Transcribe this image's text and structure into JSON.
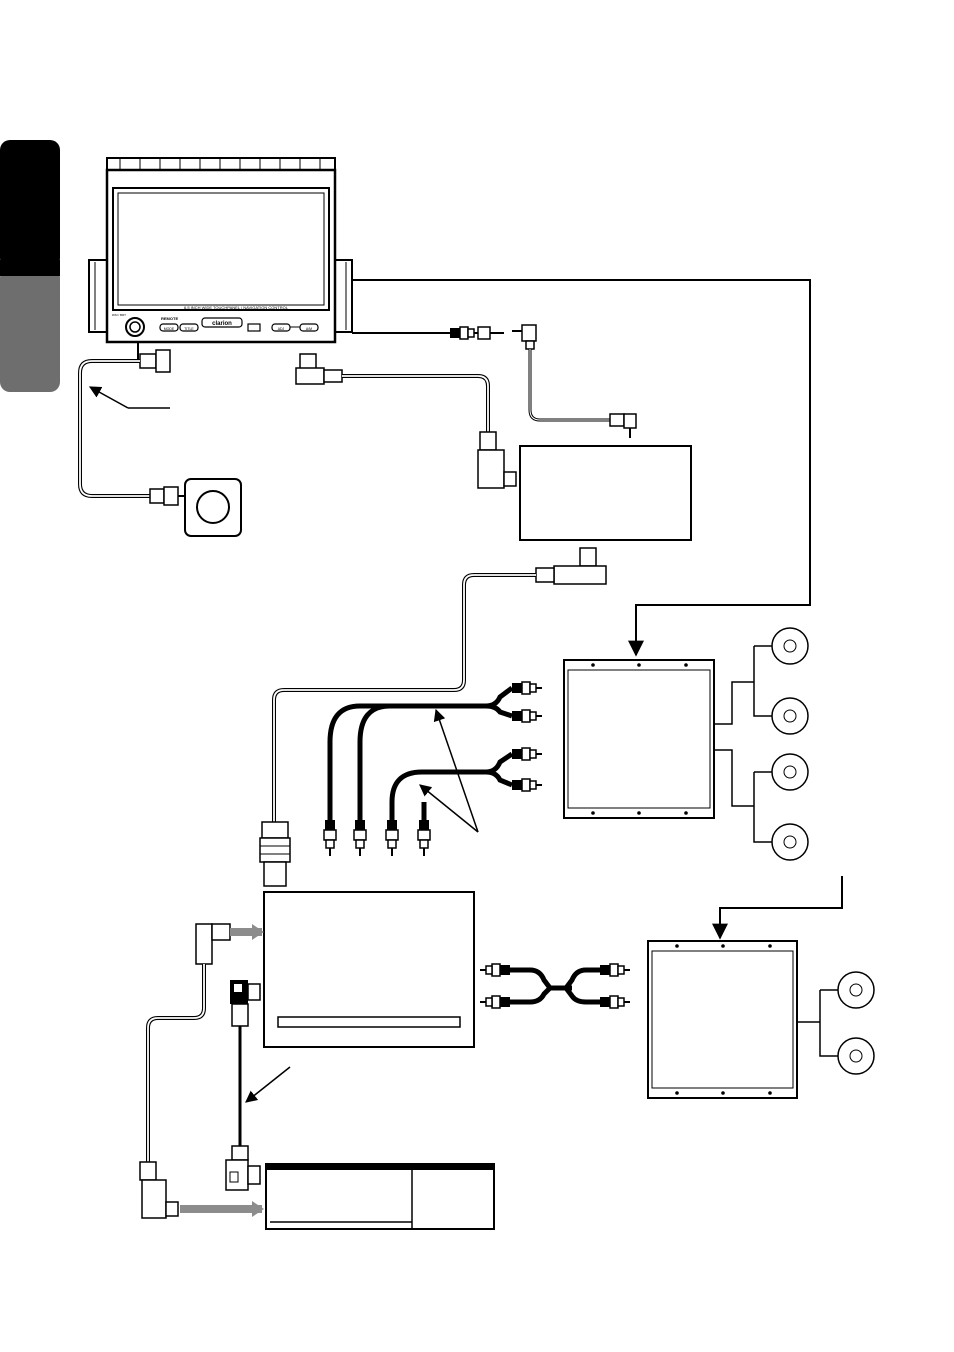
{
  "head_unit": {
    "remote_label": "REMOTE",
    "brand_label": "clarion",
    "model_text": "6.5 INCH WIDE TOUCHPANEL / NAVIGATION CONTROL",
    "dim_key_label": "DIM / BRT",
    "mode_key_label": "MODE",
    "title_key_label": "TITLE",
    "adj_key_label": "ADJ",
    "aim_key_label": "A/M"
  },
  "colors": {
    "line": "#000000",
    "tab_dark": "#000000",
    "tab_gray": "#6e6e6e",
    "insert_arrow": "#8c8c8c",
    "panel_fill": "#ffffff"
  },
  "icons": {
    "speaker": "speaker-icon",
    "rca_plug": "rca-plug-icon",
    "din_plug": "din-plug-icon",
    "cable_arrow": "arrow-icon"
  }
}
